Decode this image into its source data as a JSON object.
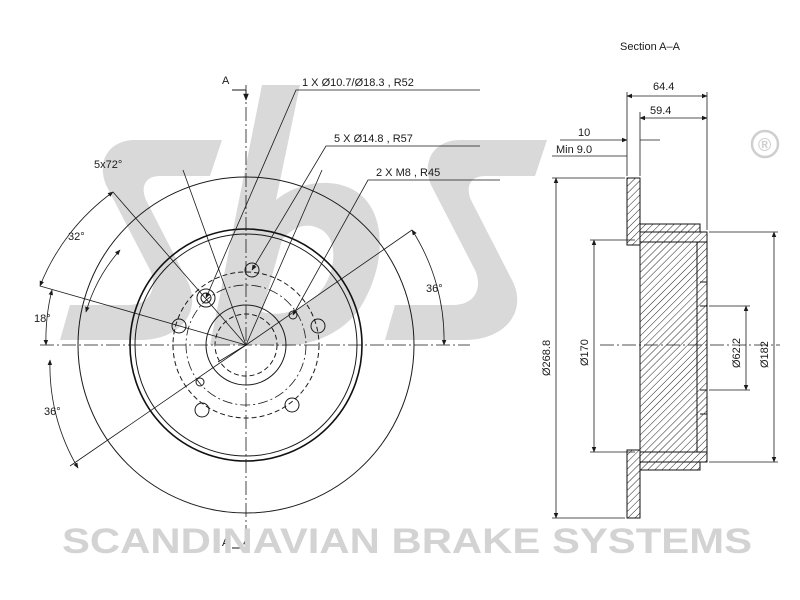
{
  "brand": {
    "watermark_logo": "sbs",
    "watermark_text": "SCANDINAVIAN BRAKE SYSTEMS",
    "registered_mark": "®"
  },
  "front_view": {
    "section_mark_top": "A",
    "section_mark_bottom": "A",
    "callouts": {
      "hole_1": "1 X Ø10.7/Ø18.3 , R52",
      "hole_5": "5 X Ø14.8 , R57",
      "thread_2": "2 X M8 , R45"
    },
    "angles": {
      "pitch": "5x72°",
      "a32": "32°",
      "a18": "18°",
      "a36_bottom": "36°",
      "a36_right": "36°"
    }
  },
  "section_view": {
    "title": "Section A–A",
    "dims": {
      "overall_height": "64.4",
      "hat_height": "59.4",
      "thickness": "10",
      "min_thickness": "Min 9.0",
      "outer_dia": "Ø268.8",
      "inner_dia": "Ø170",
      "center_bore": "Ø62.2",
      "hat_dia": "Ø182"
    }
  }
}
